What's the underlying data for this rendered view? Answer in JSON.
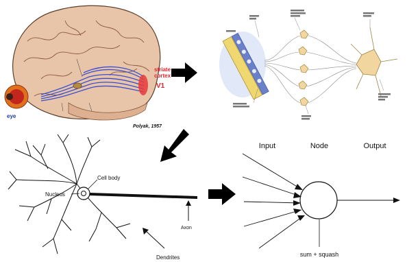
{
  "colors": {
    "red_label": "#e8222a",
    "eye_label": "#1a3aa8",
    "brain_fill": "#e8c4a8",
    "fiber": "#3a4fd0",
    "cortex": "#e83a3a",
    "neuron_fill": "#f2d6a0",
    "ink": "#111111"
  },
  "brain_panel": {
    "striate_cortex": "striate cortex",
    "v1": "V1",
    "eye": "eye",
    "credit": "Polyak, 1957"
  },
  "neuron_panel": {
    "nucleus": "Nucleus",
    "cell_body": "Cell body",
    "axon": "Axon",
    "dendrites": "Dendrites"
  },
  "node_panel": {
    "input": "Input",
    "node": "Node",
    "output": "Output",
    "sum_squash": "sum + squash"
  }
}
